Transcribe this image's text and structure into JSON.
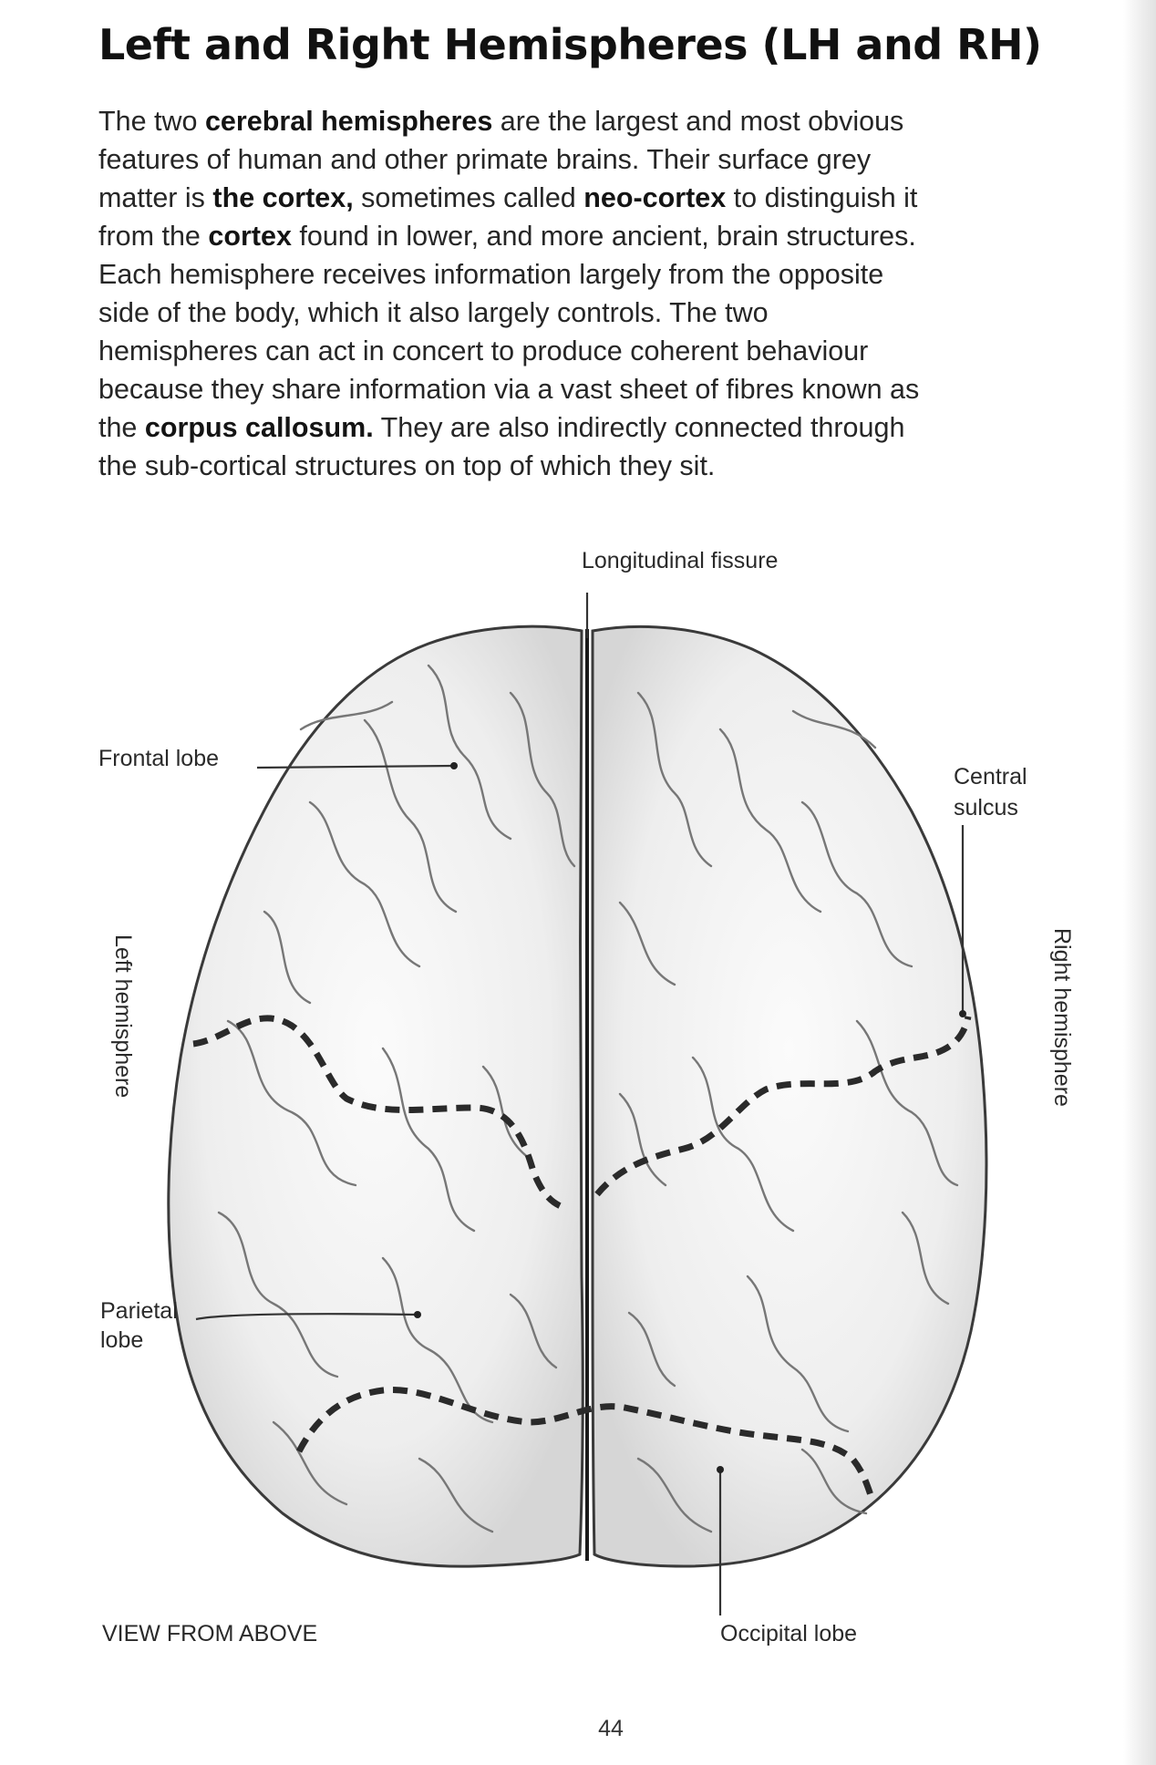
{
  "heading": "Left and Right Hemispheres (LH and RH)",
  "paragraph": [
    [
      {
        "t": "The two "
      },
      {
        "t": "cerebral hemispheres",
        "b": true
      },
      {
        "t": " are the largest and most obvious"
      }
    ],
    [
      {
        "t": "features of human and other primate brains. Their surface grey"
      }
    ],
    [
      {
        "t": "matter is "
      },
      {
        "t": "the cortex,",
        "b": true
      },
      {
        "t": " sometimes called "
      },
      {
        "t": "neo-cortex",
        "b": true
      },
      {
        "t": " to distinguish it"
      }
    ],
    [
      {
        "t": "from the "
      },
      {
        "t": "cortex",
        "b": true
      },
      {
        "t": " found in lower, and more ancient, brain structures."
      }
    ],
    [
      {
        "t": "Each hemisphere receives information largely from the opposite"
      }
    ],
    [
      {
        "t": "side of the body, which it also largely controls. The two"
      }
    ],
    [
      {
        "t": "hemispheres can act in concert to produce coherent behaviour"
      }
    ],
    [
      {
        "t": "because they share information via a vast sheet of fibres known as"
      }
    ],
    [
      {
        "t": "the "
      },
      {
        "t": "corpus callosum.",
        "b": true
      },
      {
        "t": " They are also indirectly connected through"
      }
    ],
    [
      {
        "t": "the sub-cortical structures on top of which they sit."
      }
    ]
  ],
  "figure": {
    "labels": {
      "longitudinal_fissure": "Longitudinal fissure",
      "frontal_lobe": "Frontal lobe",
      "central_sulcus_1": "Central",
      "central_sulcus_2": "sulcus",
      "left_hemisphere": "Left hemisphere",
      "right_hemisphere": "Right hemisphere",
      "parietal_lobe_1": "Parietal",
      "parietal_lobe_2": "lobe",
      "occipital_lobe": "Occipital lobe",
      "view": "VIEW FROM ABOVE"
    }
  },
  "page_number": "44"
}
